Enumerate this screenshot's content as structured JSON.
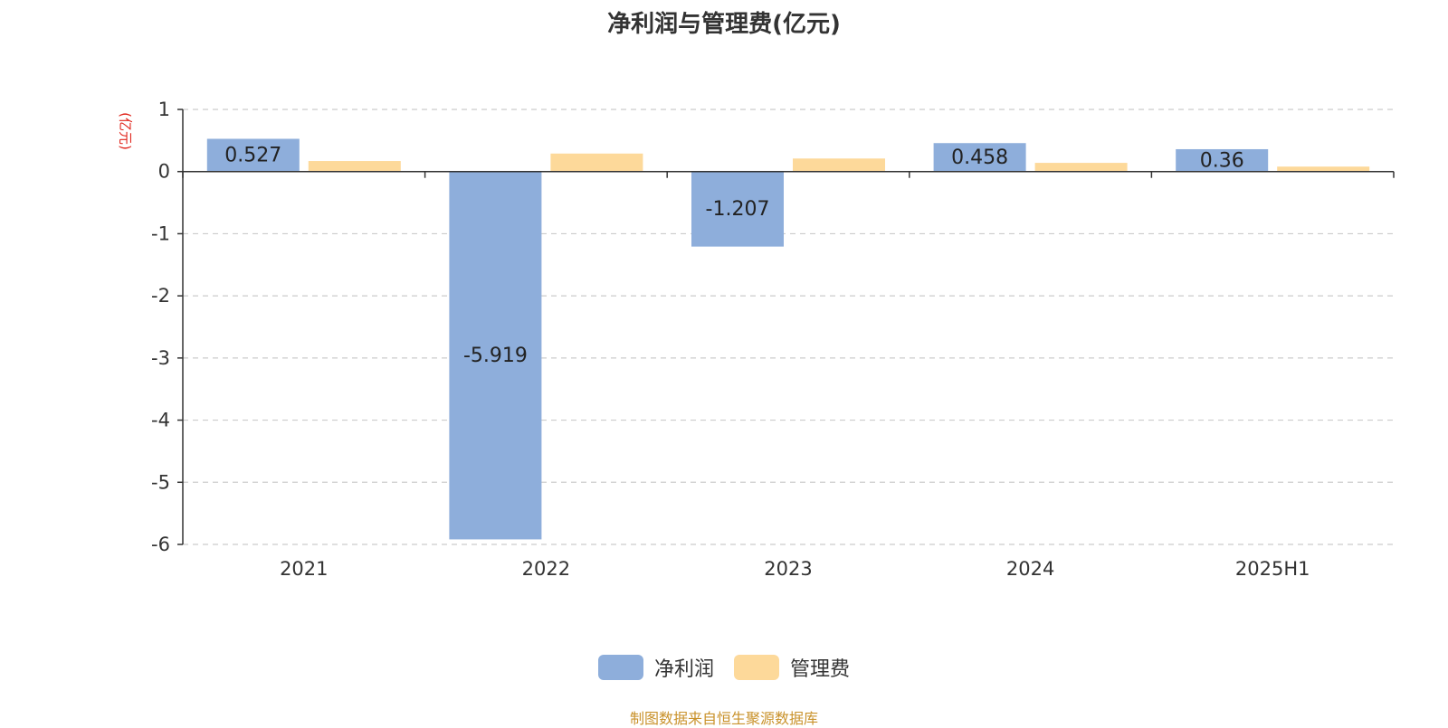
{
  "title": "净利润与管理费(亿元)",
  "y_unit_label": "(亿元)",
  "source": "制图数据来自恒生聚源数据库",
  "colors": {
    "net_profit": "#8eaedb",
    "admin_fee": "#fdd99a",
    "axis": "#333333",
    "grid": "#cccccc",
    "unit": "#e0241b",
    "source": "#c9922b"
  },
  "chart_data": {
    "type": "bar",
    "title": "净利润与管理费(亿元)",
    "ylabel": "(亿元)",
    "xlabel": "",
    "categories": [
      "2021",
      "2022",
      "2023",
      "2024",
      "2025H1"
    ],
    "ylim": [
      -6,
      1
    ],
    "yticks": [
      "1",
      "0",
      "-1",
      "-2",
      "-3",
      "-4",
      "-5",
      "-6"
    ],
    "grid": true,
    "legend_position": "bottom",
    "series": [
      {
        "name": "净利润",
        "values": [
          0.527,
          -5.919,
          -1.207,
          0.458,
          0.36
        ],
        "labels": [
          "0.527",
          "-5.919",
          "-1.207",
          "0.458",
          "0.36"
        ]
      },
      {
        "name": "管理费",
        "values": [
          0.17,
          0.29,
          0.21,
          0.14,
          0.08
        ]
      }
    ]
  }
}
